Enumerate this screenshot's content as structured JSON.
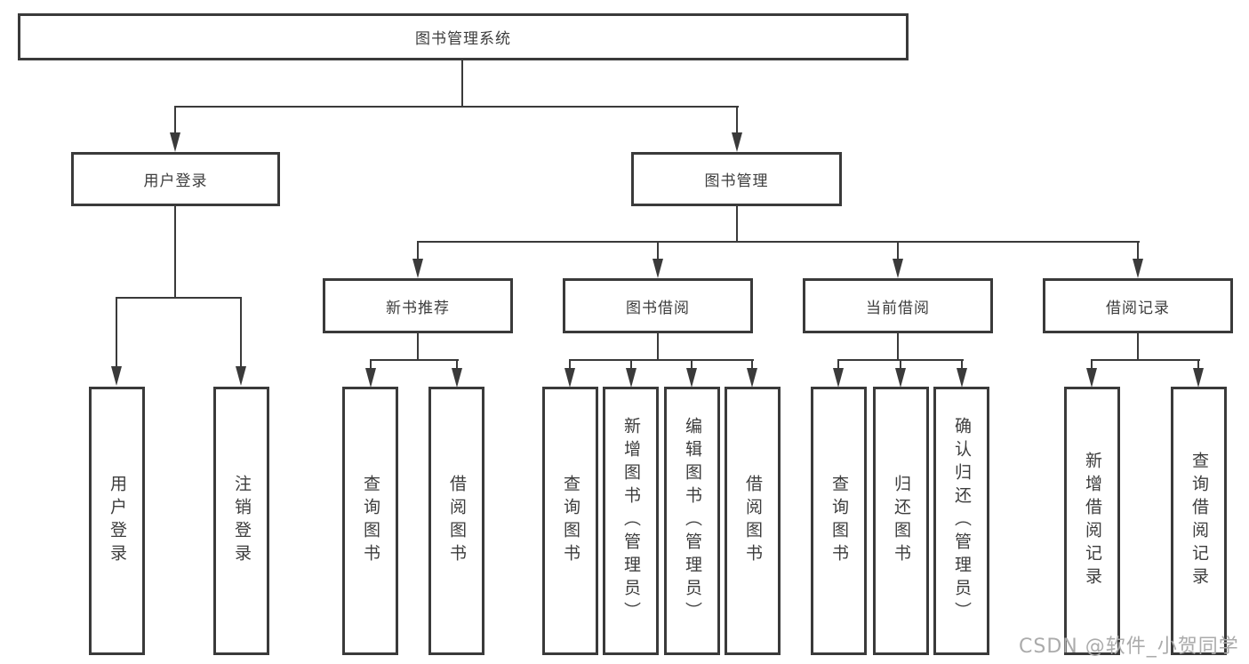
{
  "tree": {
    "label": "图书管理系统",
    "children": [
      {
        "label": "用户登录",
        "children": [
          {
            "label": "用户登录"
          },
          {
            "label": "注销登录"
          }
        ]
      },
      {
        "label": "图书管理",
        "children": [
          {
            "label": "新书推荐",
            "children": [
              {
                "label": "查询图书"
              },
              {
                "label": "借阅图书"
              }
            ]
          },
          {
            "label": "图书借阅",
            "children": [
              {
                "label": "查询图书"
              },
              {
                "label": "新增图书（管理员）"
              },
              {
                "label": "编辑图书（管理员）"
              },
              {
                "label": "借阅图书"
              }
            ]
          },
          {
            "label": "当前借阅",
            "children": [
              {
                "label": "查询图书"
              },
              {
                "label": "归还图书"
              },
              {
                "label": "确认归还（管理员）"
              }
            ]
          },
          {
            "label": "借阅记录",
            "children": [
              {
                "label": "新增借阅记录"
              },
              {
                "label": "查询借阅记录"
              }
            ]
          }
        ]
      }
    ]
  },
  "watermark": {
    "text": "CSDN @软件_小贺同学"
  },
  "colors": {
    "line": "#3a3a3a",
    "box_border": "#3a3a3a",
    "text": "#3d3d3d",
    "watermark": "#ababab",
    "background": "#ffffff"
  }
}
